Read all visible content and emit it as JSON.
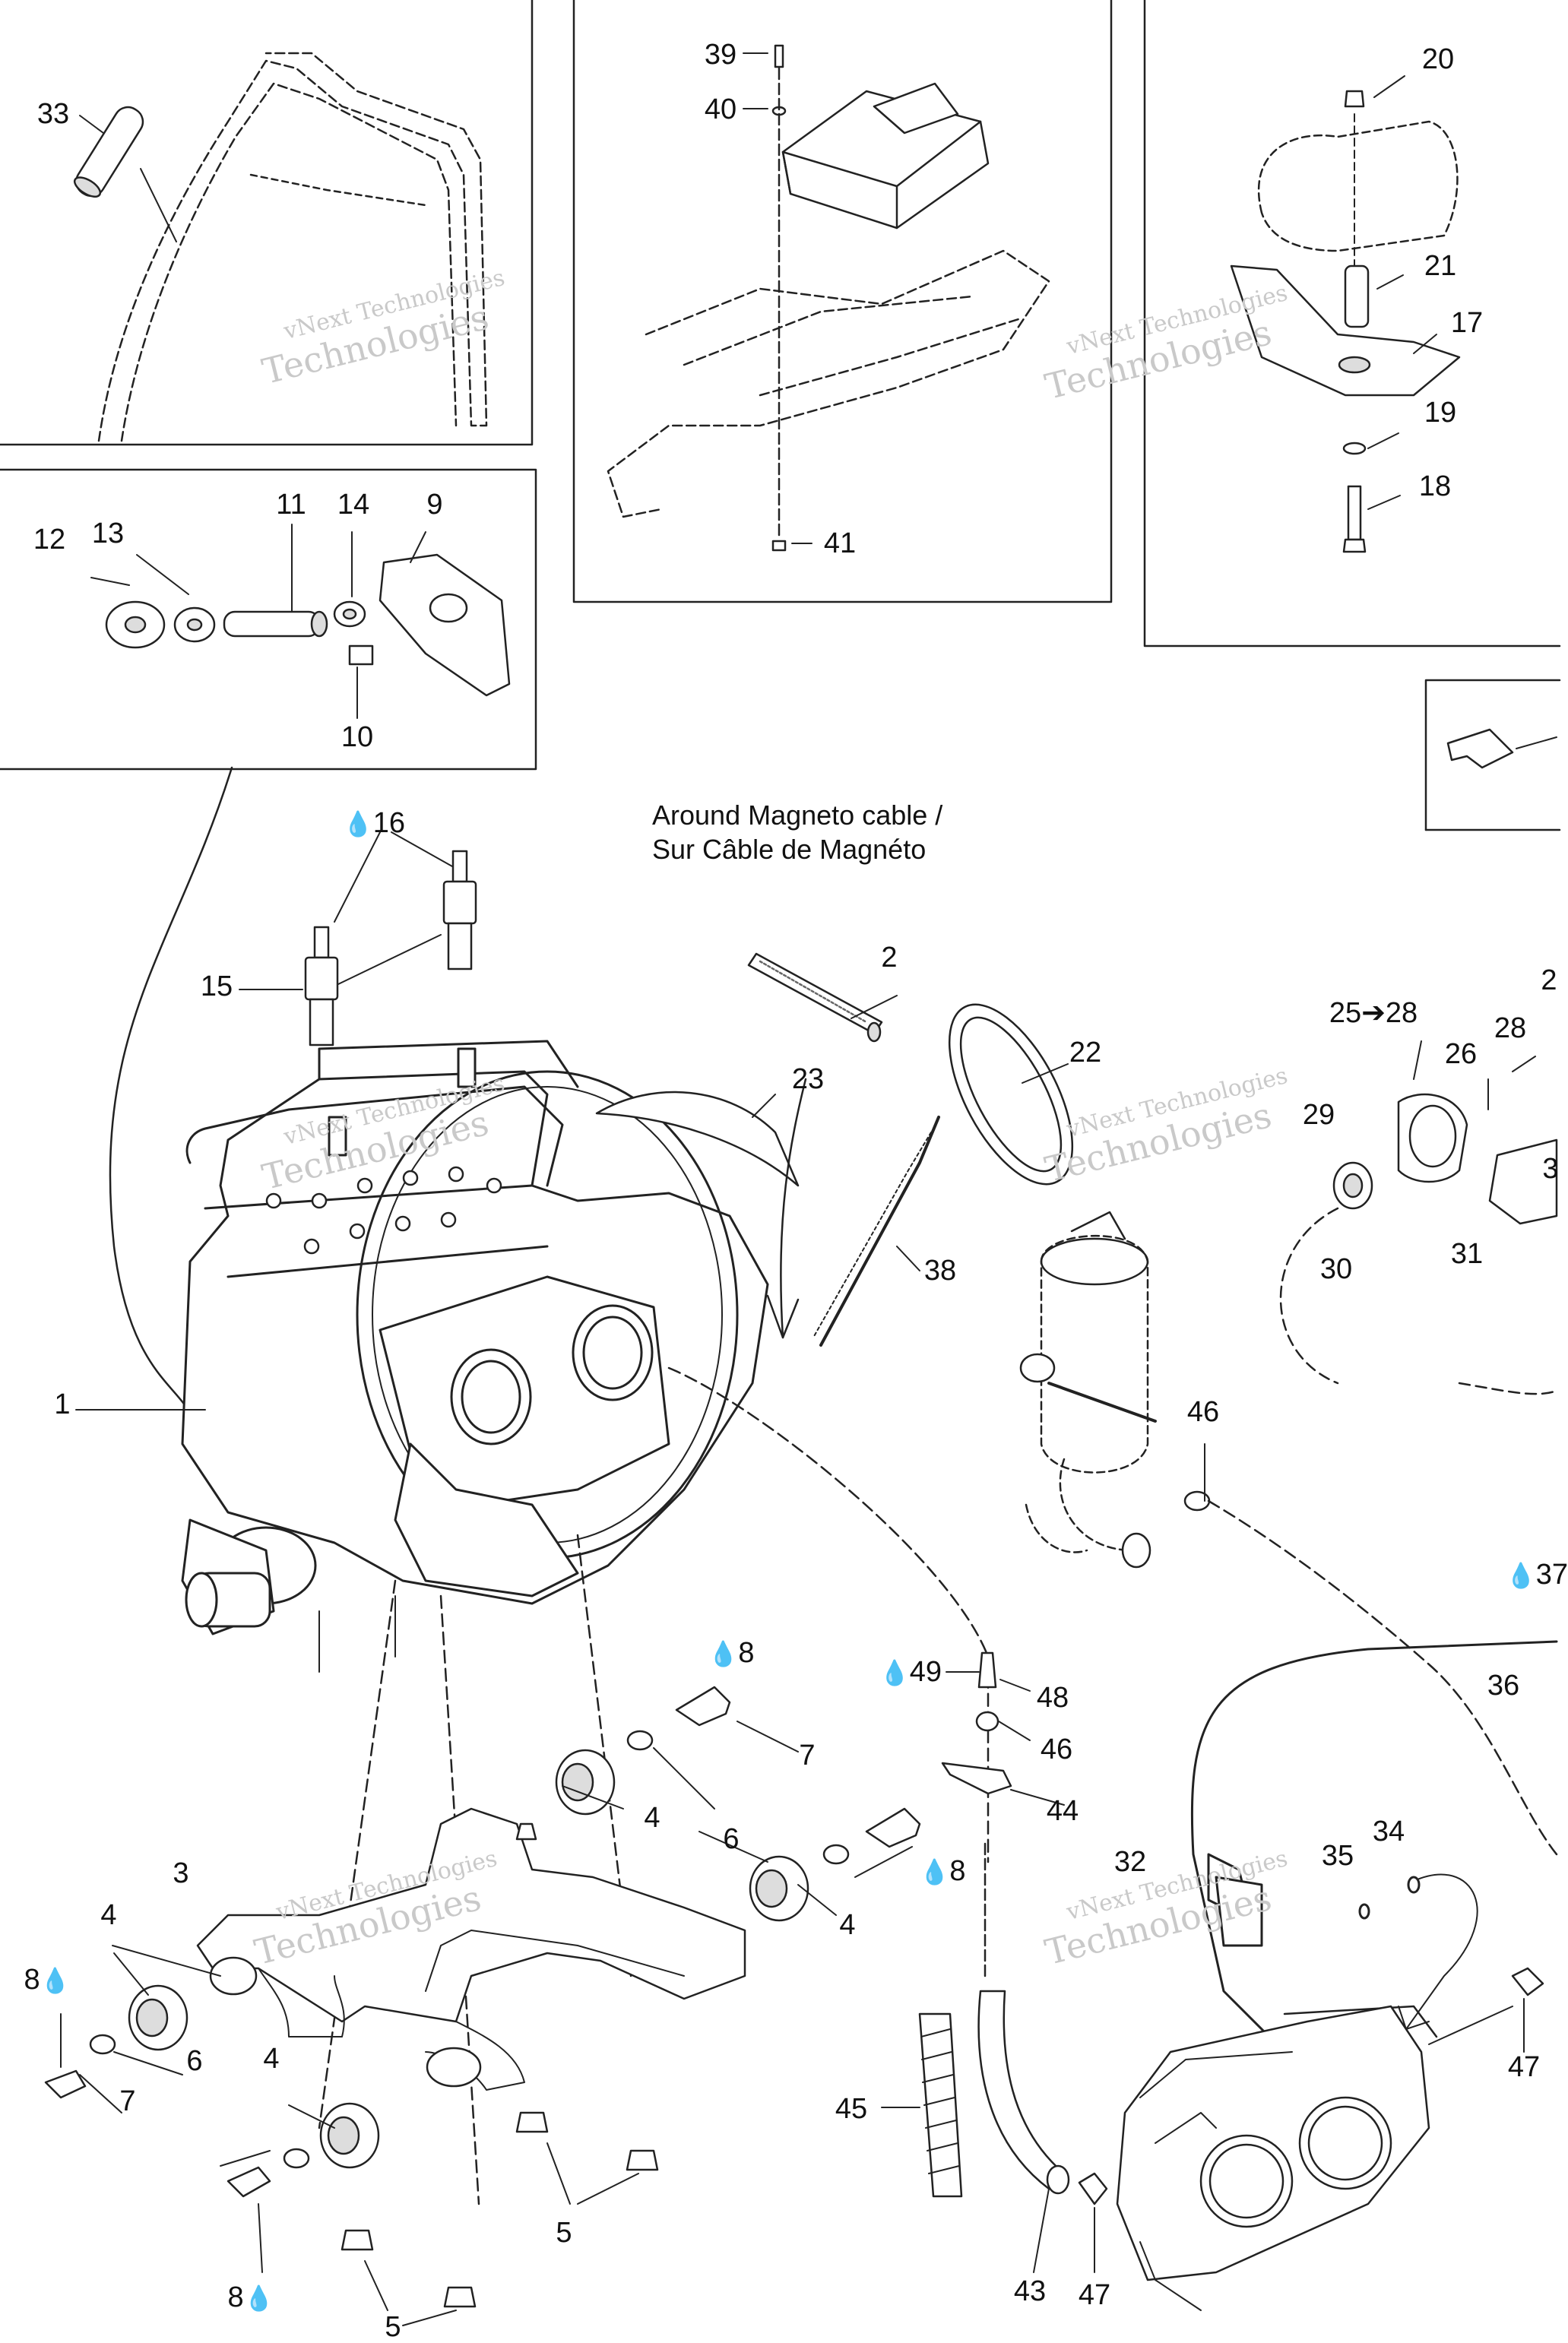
{
  "diagram": {
    "note": {
      "line1": "Around Magneto cable /",
      "line2": "Sur Câble de Magnéto"
    },
    "watermark": {
      "line1": "vNext Technologies",
      "line2": "Technologies"
    },
    "callouts": [
      {
        "id": "33",
        "text": "33"
      },
      {
        "id": "39",
        "text": "39"
      },
      {
        "id": "40",
        "text": "40"
      },
      {
        "id": "41",
        "text": "41"
      },
      {
        "id": "20",
        "text": "20"
      },
      {
        "id": "21",
        "text": "21"
      },
      {
        "id": "17",
        "text": "17"
      },
      {
        "id": "19",
        "text": "19"
      },
      {
        "id": "18",
        "text": "18"
      },
      {
        "id": "12",
        "text": "12"
      },
      {
        "id": "13",
        "text": "13"
      },
      {
        "id": "11",
        "text": "11"
      },
      {
        "id": "14",
        "text": "14"
      },
      {
        "id": "9",
        "text": "9"
      },
      {
        "id": "10",
        "text": "10"
      },
      {
        "id": "16",
        "text": "16"
      },
      {
        "id": "15",
        "text": "15"
      },
      {
        "id": "2",
        "text": "2"
      },
      {
        "id": "22",
        "text": "22"
      },
      {
        "id": "23",
        "text": "23"
      },
      {
        "id": "38",
        "text": "38"
      },
      {
        "id": "1",
        "text": "1"
      },
      {
        "id": "25-28",
        "text": "25➔28"
      },
      {
        "id": "26",
        "text": "26"
      },
      {
        "id": "28",
        "text": "28"
      },
      {
        "id": "29",
        "text": "29"
      },
      {
        "id": "30",
        "text": "30"
      },
      {
        "id": "31",
        "text": "31"
      },
      {
        "id": "46a",
        "text": "46"
      },
      {
        "id": "37",
        "text": "37"
      },
      {
        "id": "36",
        "text": "36"
      },
      {
        "id": "8a",
        "text": "8"
      },
      {
        "id": "49",
        "text": "49"
      },
      {
        "id": "48",
        "text": "48"
      },
      {
        "id": "46b",
        "text": "46"
      },
      {
        "id": "7a",
        "text": "7"
      },
      {
        "id": "44",
        "text": "44"
      },
      {
        "id": "4a",
        "text": "4"
      },
      {
        "id": "6a",
        "text": "6"
      },
      {
        "id": "8b",
        "text": "8"
      },
      {
        "id": "4b",
        "text": "4"
      },
      {
        "id": "3",
        "text": "3"
      },
      {
        "id": "4c",
        "text": "4"
      },
      {
        "id": "8c",
        "text": "8"
      },
      {
        "id": "6b",
        "text": "6"
      },
      {
        "id": "7b",
        "text": "7"
      },
      {
        "id": "4d",
        "text": "4"
      },
      {
        "id": "5a",
        "text": "5"
      },
      {
        "id": "8d",
        "text": "8"
      },
      {
        "id": "5b",
        "text": "5"
      },
      {
        "id": "32",
        "text": "32"
      },
      {
        "id": "35",
        "text": "35"
      },
      {
        "id": "34",
        "text": "34"
      },
      {
        "id": "45",
        "text": "45"
      },
      {
        "id": "43",
        "text": "43"
      },
      {
        "id": "47a",
        "text": "47"
      },
      {
        "id": "47b",
        "text": "47"
      },
      {
        "id": "2b",
        "text": "2"
      },
      {
        "id": "3b",
        "text": "3"
      }
    ]
  }
}
